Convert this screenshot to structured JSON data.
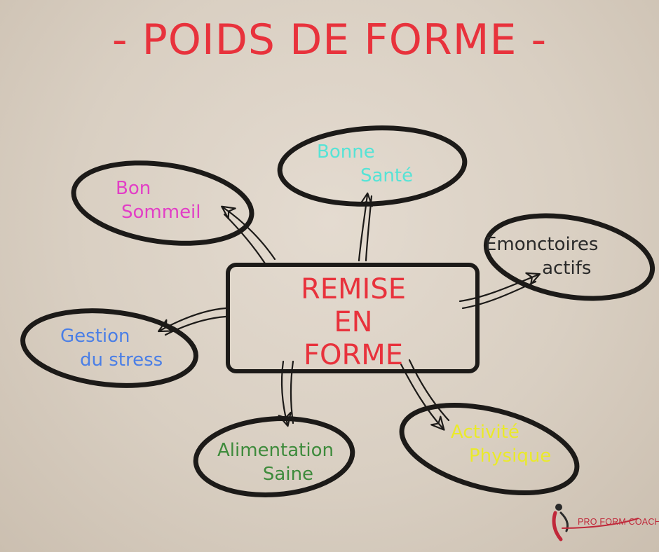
{
  "title": "- POIDS DE FORME -",
  "center": {
    "line1": "REMISE",
    "line2": "EN",
    "line3": "FORME"
  },
  "nodes": {
    "bonne_sante": {
      "line1": "Bonne",
      "line2": "Santé",
      "color": "#56e3d6"
    },
    "bon_sommeil": {
      "line1": "Bon",
      "line2": "Sommeil",
      "color": "#e23fc6"
    },
    "emonctoires": {
      "line1": "Émonctoires",
      "line2": "actifs",
      "color": "#2a2a2a"
    },
    "gestion_stress": {
      "line1": "Gestion",
      "line2": "du stress",
      "color": "#4b7fe6"
    },
    "alimentation": {
      "line1": "Alimentation",
      "line2": "Saine",
      "color": "#3e8b3c"
    },
    "activite": {
      "line1": "Activité",
      "line2": "Physique",
      "color": "#eaea2a"
    }
  },
  "brand": {
    "name": "PRO FORM COACH"
  },
  "colors": {
    "accent": "#e8323c",
    "ink": "#1c1a18"
  }
}
